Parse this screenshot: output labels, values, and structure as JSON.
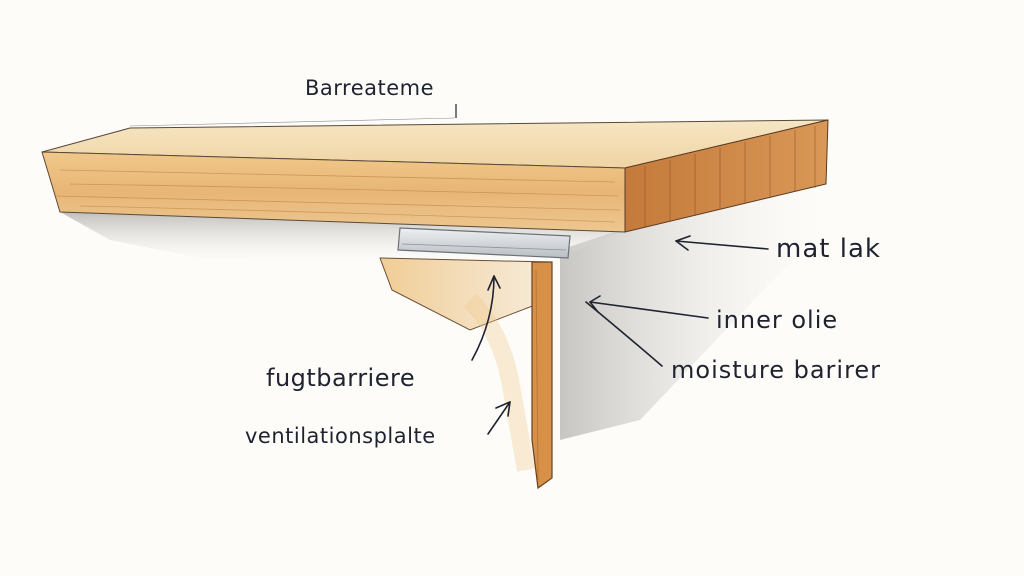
{
  "diagram": {
    "title": "Barreateme",
    "labels": {
      "mat_lak": "mat lak",
      "inner_olie": "inner olie",
      "moisture_barrier": "moisture barirer",
      "fugtbarriere": "fugtbarriere",
      "ventilationsplate": "ventilationsplalte"
    },
    "colors": {
      "wood_light": "#f2d6a2",
      "wood_mid": "#e3a25a",
      "wood_end": "#c9803f",
      "metal": "#d9dde1",
      "shadow": "#c9c9c6",
      "ink": "#1f2330"
    }
  }
}
